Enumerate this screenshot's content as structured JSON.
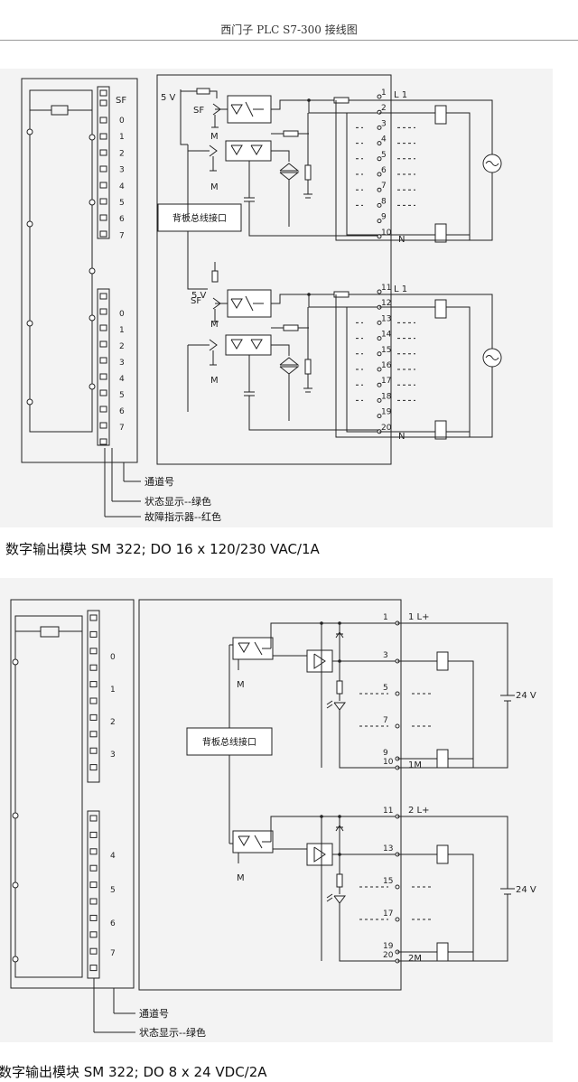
{
  "header": {
    "title": "西门子 PLC    S7-300 接线图"
  },
  "module1": {
    "caption": "数字输出模块 SM 322; DO 16 x 120/230 VAC/1A",
    "sf_label": "SF",
    "channels_group1": [
      "0",
      "1",
      "2",
      "3",
      "4",
      "5",
      "6",
      "7"
    ],
    "channels_group2": [
      "0",
      "1",
      "2",
      "3",
      "4",
      "5",
      "6",
      "7"
    ],
    "supply_label": "5 V",
    "sf_symbol": "SF",
    "ground_label": "M",
    "bus_interface": "背板总线接口",
    "terminals_group1": [
      "1",
      "2",
      "3",
      "4",
      "5",
      "6",
      "7",
      "8",
      "9",
      "10"
    ],
    "terminals_group2": [
      "11",
      "12",
      "13",
      "14",
      "15",
      "16",
      "17",
      "18",
      "19",
      "20"
    ],
    "line1": "L 1",
    "line2": "L 1",
    "neutral1": "N",
    "neutral2": "N",
    "legend_channel": "通道号",
    "legend_status": "状态显示--绿色",
    "legend_fault": "故障指示器--红色"
  },
  "module2": {
    "caption": "数字输出模块 SM 322; DO 8 x 24 VDC/2A",
    "channels": [
      "0",
      "1",
      "2",
      "3",
      "4",
      "5",
      "6",
      "7"
    ],
    "ground_label": "M",
    "bus_interface": "背板总线接口",
    "terminals_group1": [
      "1",
      "3",
      "5",
      "7",
      "9",
      "10"
    ],
    "terminals_group2": [
      "11",
      "13",
      "15",
      "17",
      "19",
      "20"
    ],
    "supply1": "1 L+",
    "common1": "1M",
    "supply2": "2 L+",
    "common2": "2M",
    "voltage1": "24 V",
    "voltage2": "24 V",
    "legend_channel": "通道号",
    "legend_status": "状态显示--绿色"
  }
}
